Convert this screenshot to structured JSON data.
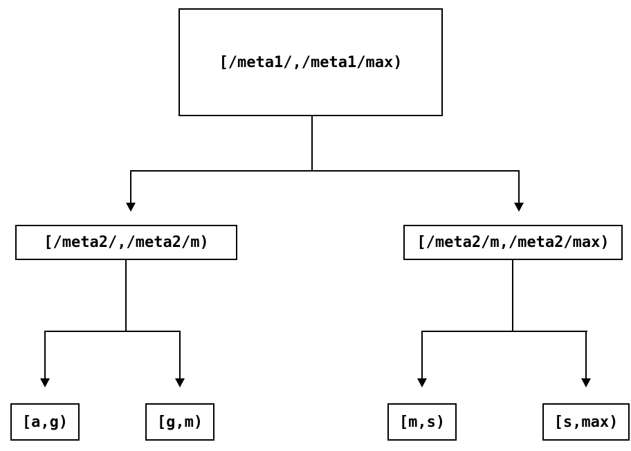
{
  "diagram": {
    "type": "interval-partition-tree",
    "colors": {
      "background": "#ffffff",
      "line": "#000000",
      "text": "#000000",
      "node_fill": "#ffffff"
    },
    "nodes": {
      "root": {
        "label": "[/meta1/,/meta1/max)"
      },
      "meta2_low": {
        "label": "[/meta2/,/meta2/m)"
      },
      "meta2_high": {
        "label": "[/meta2/m,/meta2/max)"
      },
      "leaf_a_g": {
        "label": "[a,g)"
      },
      "leaf_g_m": {
        "label": "[g,m)"
      },
      "leaf_m_s": {
        "label": "[m,s)"
      },
      "leaf_s_max": {
        "label": "[s,max)"
      }
    },
    "edges": [
      {
        "from": "root",
        "to": "meta2_low"
      },
      {
        "from": "root",
        "to": "meta2_high"
      },
      {
        "from": "meta2_low",
        "to": "leaf_a_g"
      },
      {
        "from": "meta2_low",
        "to": "leaf_g_m"
      },
      {
        "from": "meta2_high",
        "to": "leaf_m_s"
      },
      {
        "from": "meta2_high",
        "to": "leaf_s_max"
      }
    ]
  }
}
